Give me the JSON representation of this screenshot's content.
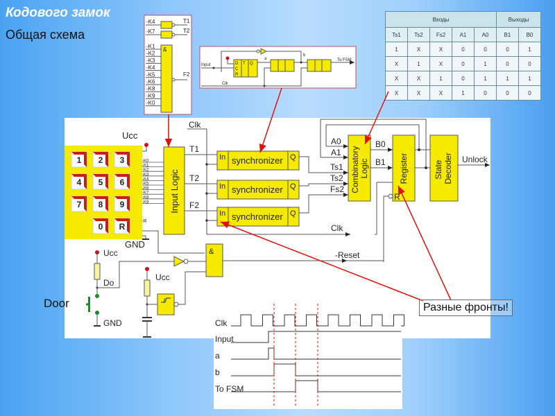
{
  "header": {
    "title": "Кодового замок",
    "subtitle": "Общая схема"
  },
  "door_label": "Door",
  "callout": {
    "text": "Разные фронты!"
  },
  "truth_table": {
    "group_headers": [
      {
        "label": "Входы",
        "span": 5
      },
      {
        "label": "Выходы",
        "span": 2
      }
    ],
    "columns": [
      "Ts1",
      "Ts2",
      "Fs2",
      "A1",
      "A0",
      "B1",
      "B0"
    ],
    "rows": [
      [
        "1",
        "X",
        "X",
        "0",
        "0",
        "0",
        "1"
      ],
      [
        "X",
        "1",
        "X",
        "0",
        "1",
        "0",
        "0"
      ],
      [
        "X",
        "X",
        "1",
        "0",
        "1",
        "1",
        "1"
      ],
      [
        "X",
        "X",
        "X",
        "1",
        "0",
        "0",
        "0"
      ]
    ]
  },
  "input_logic_detail": {
    "inputs_top": [
      "-K4",
      "-K7"
    ],
    "inputs_and": [
      "-K1",
      "-K2",
      "-K3",
      "-K4",
      "-K5",
      "-K6",
      "-K8",
      "-K9",
      "-K0"
    ],
    "outputs": [
      "T1",
      "T2",
      "F2"
    ],
    "and_symbol": "&"
  },
  "sync_detail": {
    "input": "Input",
    "clk": "Clk",
    "a": "a",
    "b": "b",
    "out": "To FSM",
    "ff_labels": [
      "D",
      "T",
      "Q",
      "C",
      "R"
    ]
  },
  "main": {
    "ucc": "Ucc",
    "gnd": "GND",
    "clk": "Clk",
    "keypad": [
      "1",
      "2",
      "3",
      "4",
      "5",
      "6",
      "7",
      "8",
      "9",
      "0",
      "R"
    ],
    "key_lines": [
      "-K0",
      "-K1",
      "-K2",
      "-K3",
      "-K4",
      "-K5",
      "-K6",
      "-K7",
      "-K8",
      "-K9"
    ],
    "reset_line": "-R",
    "input_logic": "Input Logic",
    "signals": [
      "T1",
      "T2",
      "F2"
    ],
    "sync_label": "synchronizer",
    "sync_in": "In",
    "sync_q": "Q",
    "ts": [
      "Ts1",
      "Ts2",
      "Fs2"
    ],
    "a_labels": [
      "A0",
      "A1"
    ],
    "comb_logic": "Combinatory Logic",
    "b_labels": [
      "B0",
      "B1"
    ],
    "register": "Register",
    "register_r": "R",
    "state_decoder": "State Decoder",
    "unlock": "Unlock",
    "reset": "-Reset",
    "door_node": "Do",
    "and_symbol": "&"
  },
  "timing": {
    "signals": [
      "Clk",
      "Input",
      "a",
      "b",
      "To FSM"
    ]
  },
  "colors": {
    "yellow": "#f5ea00",
    "arrow": "#e01010",
    "wire": "#555555"
  }
}
